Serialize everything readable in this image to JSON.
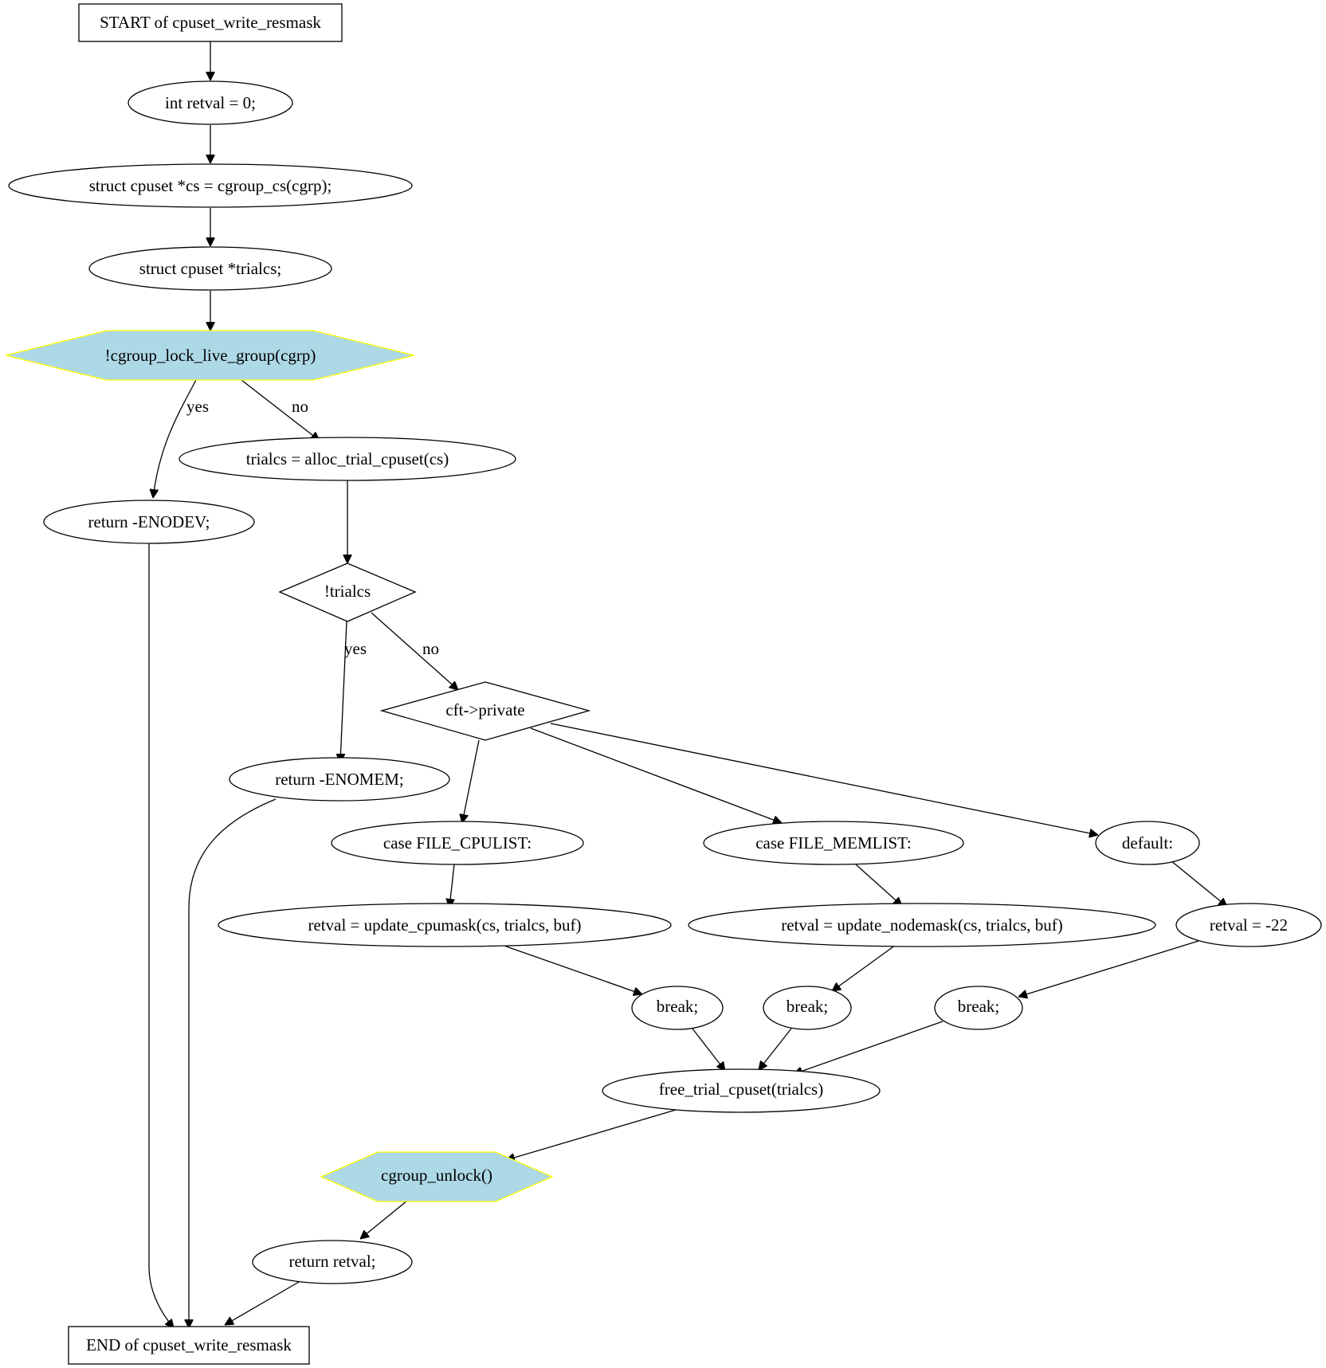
{
  "colors": {
    "decision_fill": "#add8e6",
    "decision_stroke": "#ffff00",
    "default_fill": "#ffffff",
    "line": "#000000"
  },
  "nodes": {
    "start": "START of cpuset_write_resmask",
    "retval_init": "int retval = 0;",
    "cs_decl": "struct cpuset *cs = cgroup_cs(cgrp);",
    "trialcs_decl": "struct cpuset *trialcs;",
    "lock_check": "!cgroup_lock_live_group(cgrp)",
    "ret_enodev": "return -ENODEV;",
    "alloc": "trialcs = alloc_trial_cpuset(cs)",
    "trialcs_check": "!trialcs",
    "ret_enomem": "return -ENOMEM;",
    "switch_private": "cft->private",
    "case_cpulist": "case FILE_CPULIST:",
    "case_memlist": "case FILE_MEMLIST:",
    "case_default": "default:",
    "update_cpumask": "retval = update_cpumask(cs, trialcs, buf)",
    "update_nodemask": "retval = update_nodemask(cs, trialcs, buf)",
    "retval_einval": "retval = -22",
    "break_1": "break;",
    "break_2": "break;",
    "break_3": "break;",
    "free_trial": "free_trial_cpuset(trialcs)",
    "unlock": "cgroup_unlock()",
    "ret_retval": "return retval;",
    "end": "END of cpuset_write_resmask"
  },
  "edge_labels": {
    "lock_yes": "yes",
    "lock_no": "no",
    "trialcs_yes": "yes",
    "trialcs_no": "no"
  }
}
